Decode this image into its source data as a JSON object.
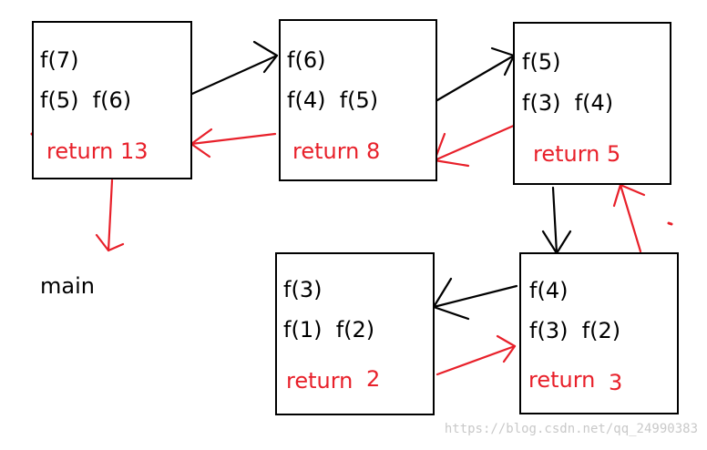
{
  "colors": {
    "black": "#000000",
    "red": "#e8202a",
    "watermark": "#c9c9c9"
  },
  "boxes": {
    "f7": {
      "call": "f(7)",
      "subcalls": "f(5)  f(6)",
      "result": "return 13"
    },
    "f6": {
      "call": "f(6)",
      "subcalls": "f(4)  f(5)",
      "result": "return 8"
    },
    "f5": {
      "call": "f(5)",
      "subcalls": "f(3)  f(4)",
      "result": "return 5"
    },
    "f4": {
      "call": "f(4)",
      "subcalls": "f(3)  f(2)",
      "result_word": "return",
      "result_value": "3"
    },
    "f3": {
      "call": "f(3)",
      "subcalls": "f(1)  f(2)",
      "result_word": "return",
      "result_value": "2"
    }
  },
  "main_label": "main",
  "watermark": "https://blog.csdn.net/qq_24990383"
}
